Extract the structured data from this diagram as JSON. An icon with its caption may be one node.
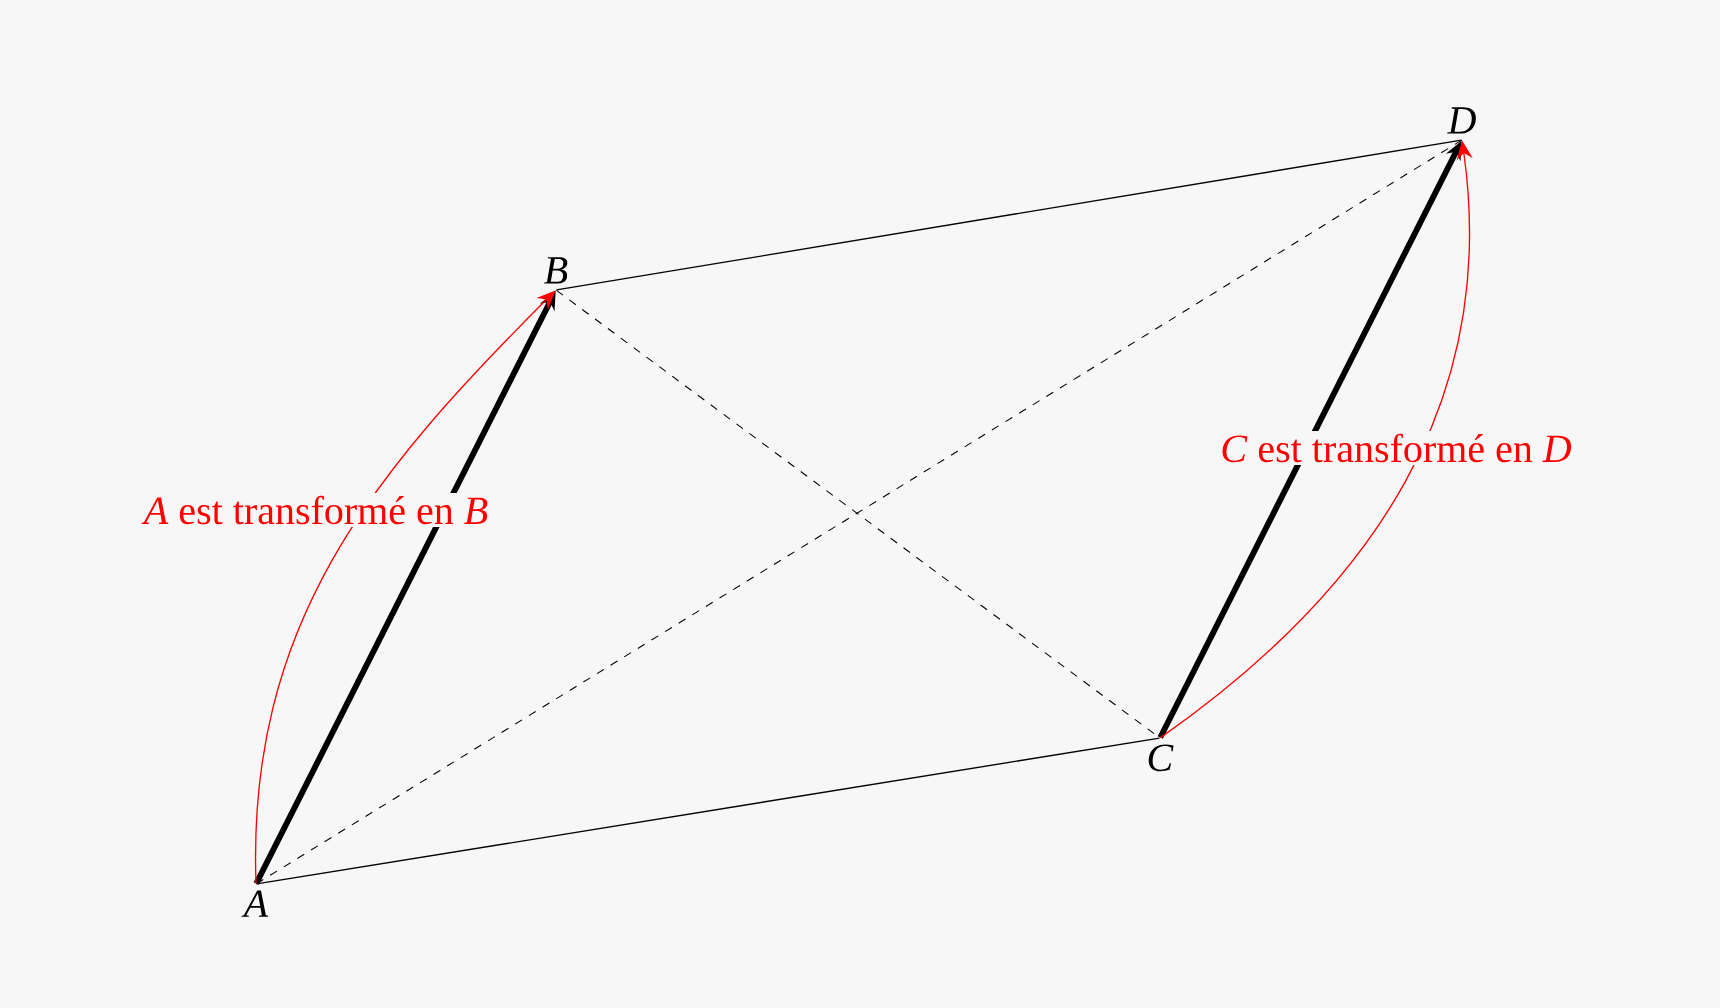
{
  "diagram": {
    "nodes": [
      {
        "text": [
          "*A*"
        ]
      },
      {
        "text": [
          "*B*"
        ]
      },
      {
        "text": [
          "*C*"
        ]
      },
      {
        "text": [
          "*D*"
        ]
      }
    ],
    "edges": [
      {
        "from": 0,
        "to": 1,
        "arrow": "to",
        "style": "thick"
      },
      {
        "from": 2,
        "to": 3,
        "arrow": "to",
        "style": "thick"
      },
      {
        "from": 0,
        "to": 2,
        "arrow": "none"
      },
      {
        "from": 1,
        "to": 3,
        "arrow": "none"
      },
      {
        "from": 0,
        "to": 3,
        "arrow": "none",
        "style": "dashed"
      },
      {
        "from": 1,
        "to": 2,
        "arrow": "none",
        "style": "dashed"
      },
      {
        "from": 0,
        "to": 1,
        "arrow": "to",
        "color": "#ff0000",
        "label": "*A* est transformé en *B*"
      },
      {
        "from": 2,
        "to": 3,
        "arrow": "to",
        "color": "#ff0000",
        "label": "*C* est transformé en *D*"
      }
    ]
  }
}
